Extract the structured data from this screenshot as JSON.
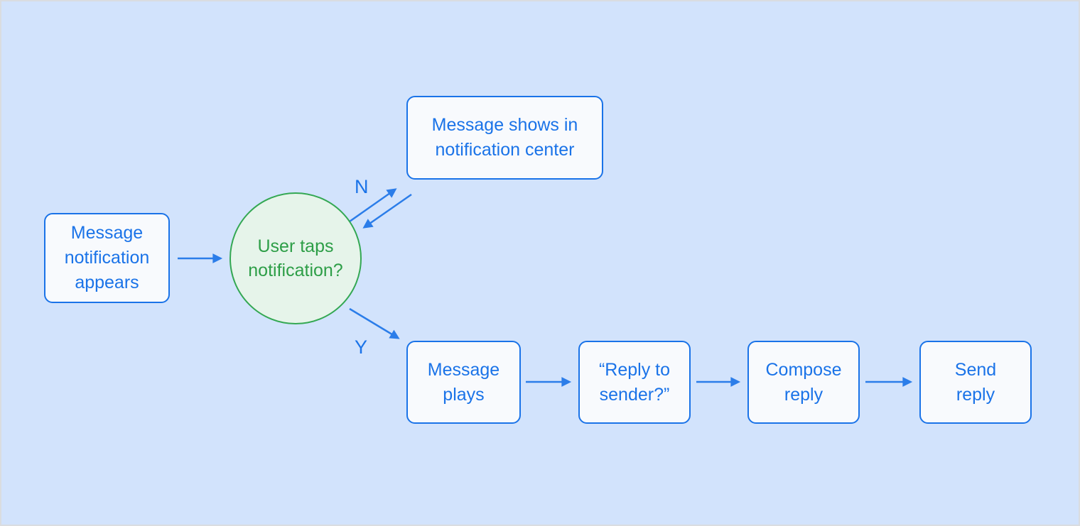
{
  "diagram": {
    "type": "flowchart",
    "nodes": {
      "start": {
        "label": "Message\nnotification\nappears",
        "shape": "rounded-rect"
      },
      "decision": {
        "label": "User taps\nnotification?",
        "shape": "circle"
      },
      "no_outcome": {
        "label": "Message shows in\nnotification center",
        "shape": "rounded-rect"
      },
      "message_plays": {
        "label": "Message\nplays",
        "shape": "rounded-rect"
      },
      "reply_prompt": {
        "label": "“Reply to\nsender?”",
        "shape": "rounded-rect"
      },
      "compose_reply": {
        "label": "Compose\nreply",
        "shape": "rounded-rect"
      },
      "send_reply": {
        "label": "Send\nreply",
        "shape": "rounded-rect"
      }
    },
    "edge_labels": {
      "no": "N",
      "yes": "Y"
    },
    "edges": [
      {
        "from": "start",
        "to": "decision"
      },
      {
        "from": "decision",
        "to": "no_outcome",
        "label": "N"
      },
      {
        "from": "no_outcome",
        "to": "decision"
      },
      {
        "from": "decision",
        "to": "message_plays",
        "label": "Y"
      },
      {
        "from": "message_plays",
        "to": "reply_prompt"
      },
      {
        "from": "reply_prompt",
        "to": "compose_reply"
      },
      {
        "from": "compose_reply",
        "to": "send_reply"
      }
    ]
  },
  "theme": {
    "background": "#d2e3fc",
    "frame_border": "#dadce0",
    "node_fill": "#f8fafd",
    "node_border": "#1a73e8",
    "node_text": "#1a73e8",
    "arrow": "#2b7de9",
    "decision_fill": "#e6f4ea",
    "decision_border": "#34a853",
    "decision_text": "#2d9e47"
  }
}
